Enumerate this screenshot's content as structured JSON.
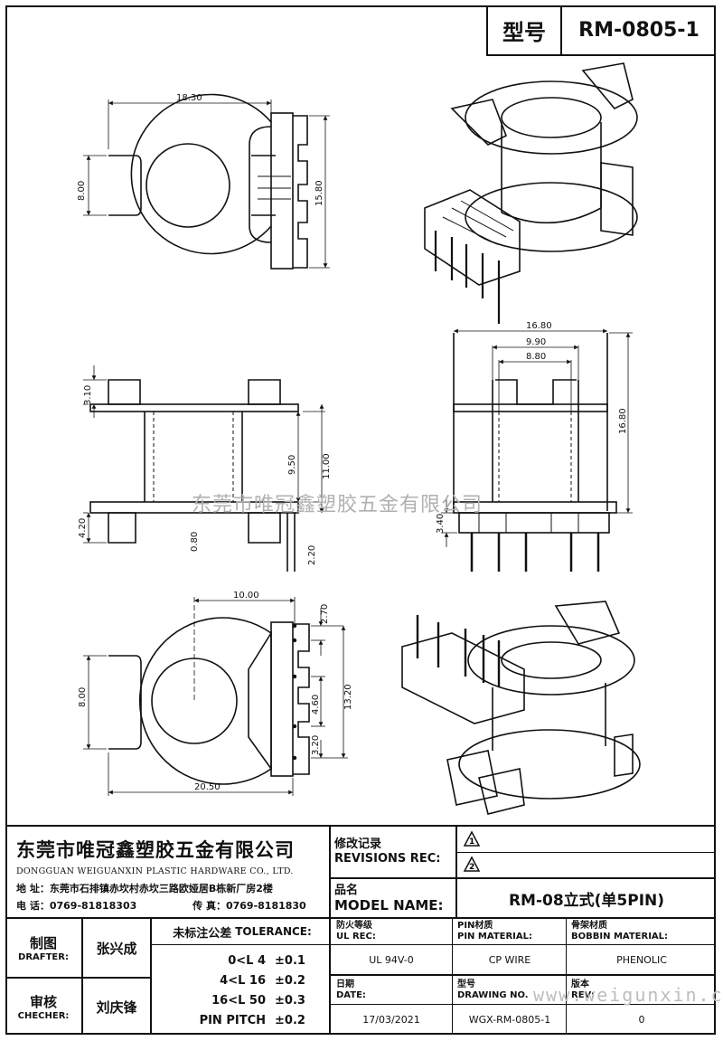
{
  "header": {
    "type_label": "型号",
    "model_code": "RM-0805-1"
  },
  "dimensions": {
    "top_width": "18.30",
    "top_height": "8.00",
    "top_side": "15.80",
    "front_flange": "3.10",
    "front_core": "9.50",
    "front_height": "11.00",
    "front_base": "4.20",
    "front_pin_dia": "0.80",
    "front_pin_len": "2.20",
    "side_w1": "16.80",
    "side_w2": "9.90",
    "side_w3": "8.80",
    "side_height": "16.80",
    "side_pin": "3.40",
    "bottom_half": "10.00",
    "bottom_pitch_top": "2.70",
    "bottom_height": "8.00",
    "bottom_span": "13.20",
    "bottom_pitch_mid": "4.60",
    "bottom_pitch_low": "3.20",
    "bottom_width": "20.50"
  },
  "company": {
    "name_cn": "东莞市唯冠鑫塑胶五金有限公司",
    "name_en": "DONGGUAN WEIGUANXIN PLASTIC HARDWARE CO., LTD.",
    "address_label": "地 址：",
    "address": "东莞市石排镇赤坎村赤坎三路欧娅居B栋新厂房2楼",
    "phone_label": "电 话：",
    "phone": "0769-81818303",
    "fax_label": "传 真：",
    "fax": "0769-8181830"
  },
  "watermark": {
    "center": "东莞市唯冠鑫塑胶五金有限公司",
    "url": "www.weigunxin.com"
  },
  "revisions": {
    "cn": "修改记录",
    "en": "REVISIONS REC:",
    "marks": [
      "1",
      "2"
    ]
  },
  "model": {
    "cn": "品名",
    "en": "MODEL NAME:",
    "value": "RM-08立式(单5PIN)"
  },
  "drafter": {
    "cn": "制图",
    "en": "DRAFTER:",
    "name": "张兴成"
  },
  "checker": {
    "cn": "审核",
    "en": "CHECHER:",
    "name": "刘庆锋"
  },
  "tolerance": {
    "title_cn": "未标注公差",
    "title_en": "TOLERANCE:",
    "rows": [
      {
        "range": "0<L  4",
        "tol": "±0.1"
      },
      {
        "range": "4<L  16",
        "tol": "±0.2"
      },
      {
        "range": "16<L  50",
        "tol": "±0.3"
      },
      {
        "range": "PIN PITCH",
        "tol": "±0.2"
      }
    ]
  },
  "specs": {
    "ul_cn": "防火等级",
    "ul_en": "UL REC:",
    "ul_value": "UL 94V-0",
    "pin_cn": "PIN材质",
    "pin_en": "PIN MATERIAL:",
    "pin_value": "CP WIRE",
    "bob_cn": "骨架材质",
    "bob_en": "BOBBIN MATERIAL:",
    "bob_value": "PHENOLIC",
    "date_cn": "日期",
    "date_en": "DATE:",
    "date_value": "17/03/2021",
    "dwg_cn": "型号",
    "dwg_en": "DRAWING NO.",
    "dwg_value": "WGX-RM-0805-1",
    "ver_cn": "版本",
    "ver_en": "REV:",
    "ver_value": "0"
  }
}
